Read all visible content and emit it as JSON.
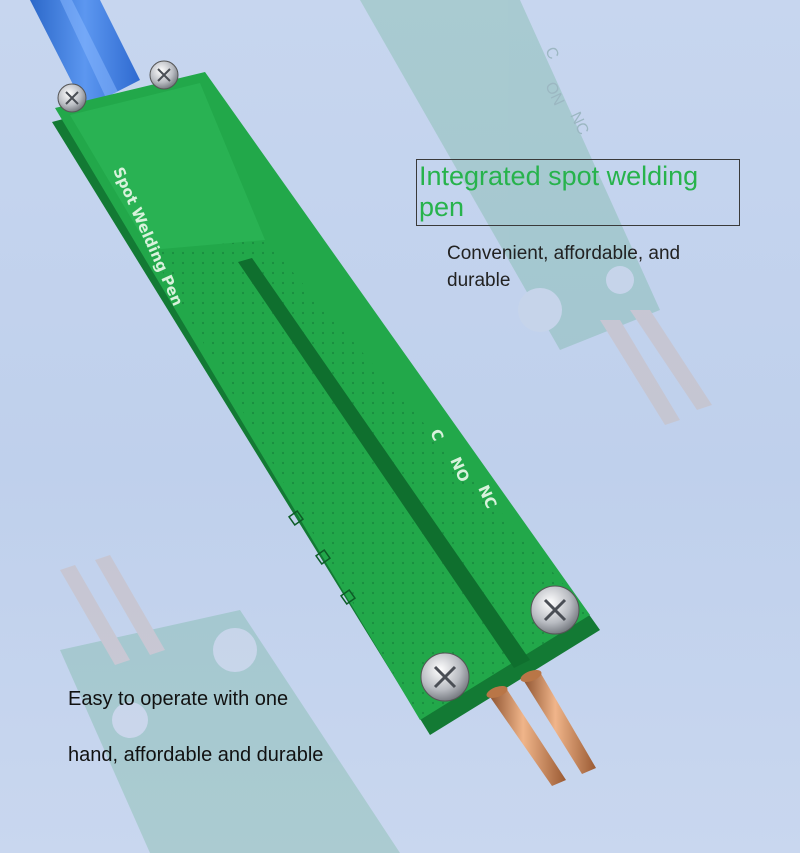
{
  "product": {
    "headline": "Integrated spot welding pen",
    "tagline": "Convenient, affordable, and durable",
    "feature_line1": "Easy to operate with one",
    "feature_line2": "hand, affordable and durable"
  },
  "pcb_markings": {
    "board_name": "Spot Welding Pen",
    "label_c": "C",
    "label_no": "NO",
    "label_nc": "NC",
    "ghost_c": "C",
    "ghost_no": "ON",
    "ghost_nc": "NC"
  },
  "colors": {
    "background": "#c4d4ee",
    "pcb_green": "#1fa046",
    "headline_green": "#27b34c",
    "cable_blue": "#3b7be0",
    "copper": "#c98a5c"
  }
}
